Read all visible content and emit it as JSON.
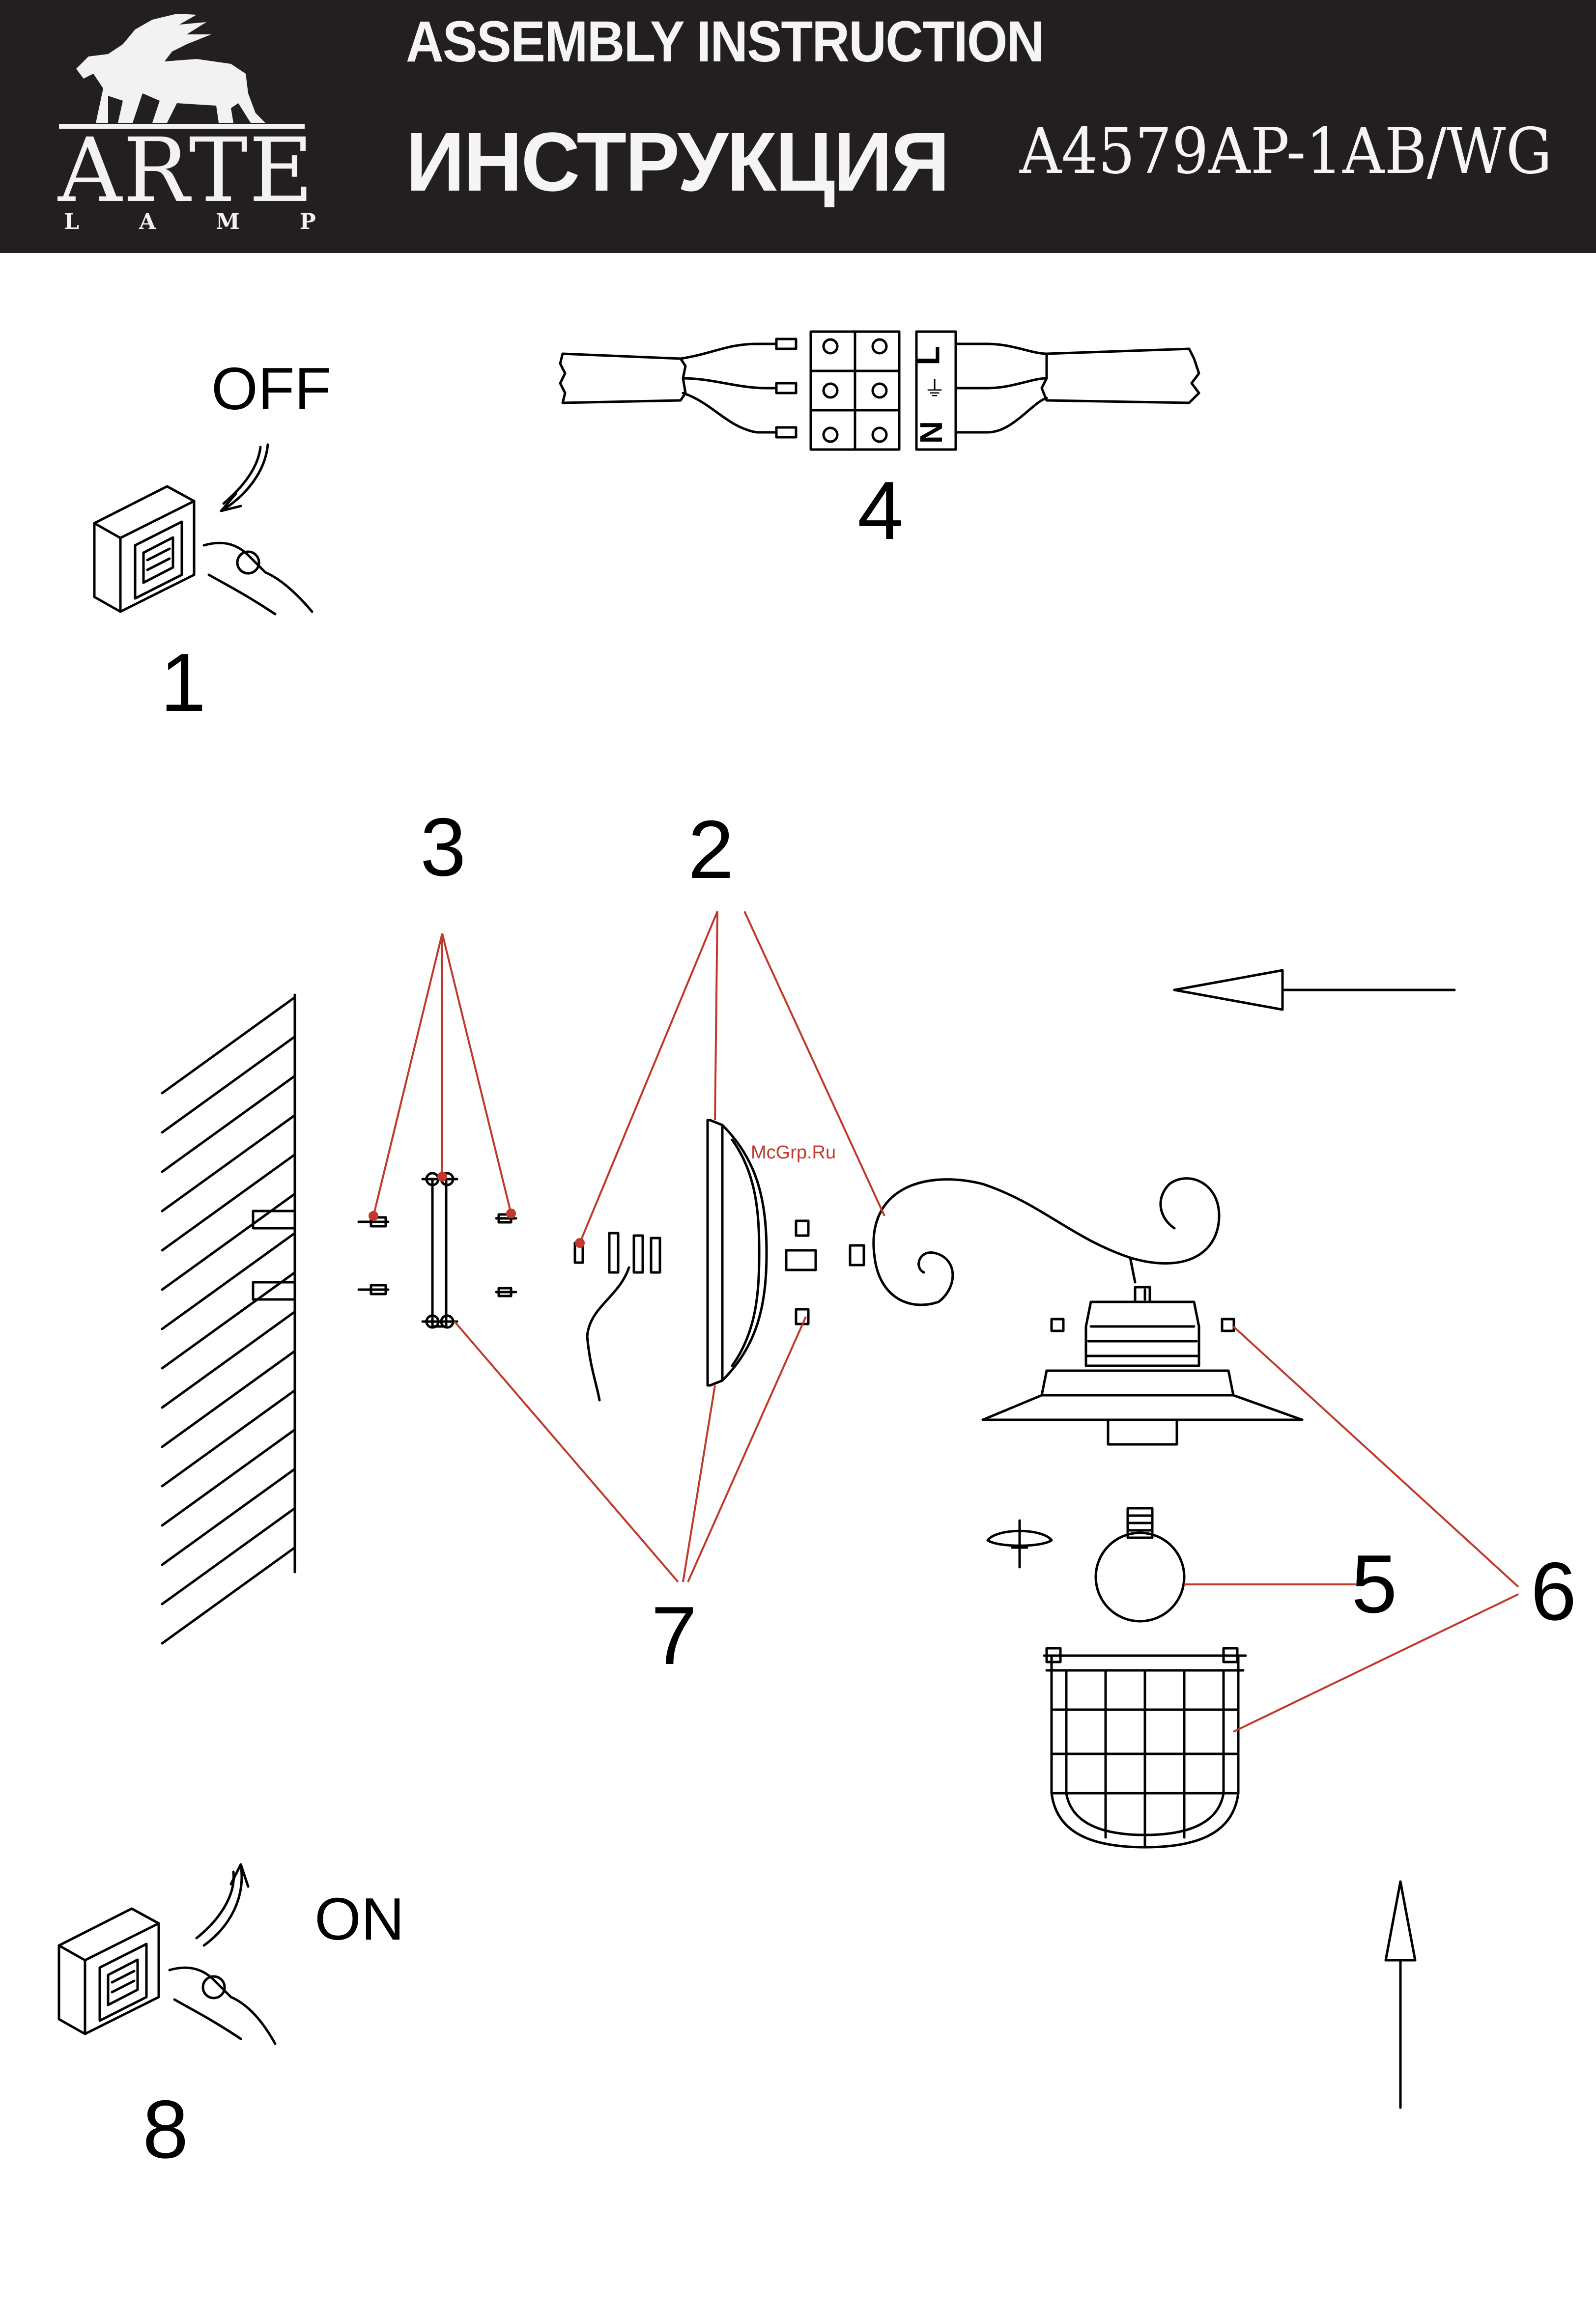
{
  "header": {
    "logo_text": "ARTE",
    "logo_subtext": "LAMP",
    "title_en": "ASSEMBLY INSTRUCTION",
    "title_ru": "ИНСТРУКЦИЯ",
    "model": "A4579AP-1AB/WG"
  },
  "steps": {
    "s1": "1",
    "s2": "2",
    "s3": "3",
    "s4": "4",
    "s5": "5",
    "s6": "6",
    "s7": "7",
    "s8": "8"
  },
  "switch_states": {
    "off": "OFF",
    "on": "ON"
  },
  "terminal_labels": {
    "live": "L",
    "neutral": "N"
  },
  "watermark": "McGrp.Ru",
  "colors": {
    "header_bg": "#231f20",
    "leader_lines": "#c0392b",
    "line_art": "#000000"
  }
}
